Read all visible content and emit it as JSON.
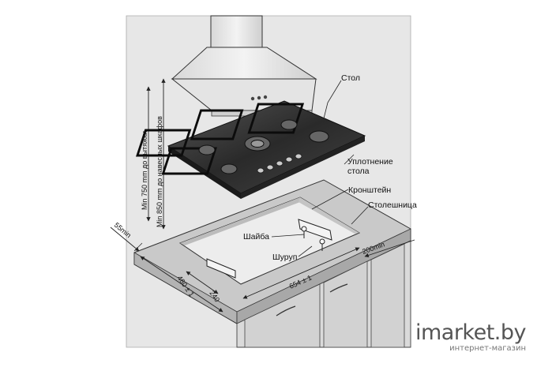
{
  "labels": {
    "stol": "Стол",
    "seal_line1": "Уплотнение",
    "seal_line2": "стола",
    "bracket": "Кронштейн",
    "countertop": "Столешница",
    "washer": "Шайба",
    "screw": "Шуруп"
  },
  "dimensions": {
    "hood_min": "Min 750 mm до вытяжки",
    "cabinet_min": "Min 850 mm до навесных шкафов",
    "side_min": "55min",
    "back_min": "200min",
    "depth": "480 ± 1",
    "width": "654 ± 1",
    "inset": "240"
  },
  "watermark": {
    "brand": "imarket.by",
    "subtitle": "интернет-магазин"
  },
  "colors": {
    "wall": "#e7e7e7",
    "countertop": "#c9c9c9",
    "cabinet": "#dadada",
    "cutout": "#ececec",
    "hob_glass": "#2e2e2e",
    "hood": "#e9e9e9",
    "line": "#333333"
  }
}
